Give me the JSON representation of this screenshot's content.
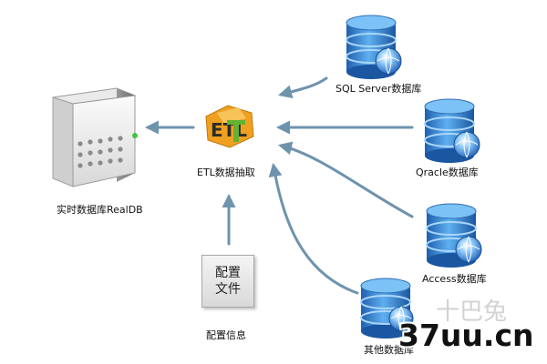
{
  "nodes": {
    "sqlserver": {
      "label": "SQL Server数据库",
      "icon": "database-icon"
    },
    "oracle": {
      "label": "Qracle数据库",
      "icon": "database-icon"
    },
    "access": {
      "label": "Access数据库",
      "icon": "database-icon"
    },
    "other": {
      "label": "其他数据库",
      "icon": "database-icon"
    },
    "etl": {
      "label": "ETL数据抽取",
      "icon": "etl-logo-icon",
      "logo_text": "ETL"
    },
    "realdb": {
      "label": "实时数据库RealDB",
      "icon": "server-icon"
    },
    "config": {
      "line1": "配置",
      "line2": "文件",
      "caption": "配置信息"
    }
  },
  "watermark": {
    "text": "37uu.cn",
    "faint_text": "十巴兔"
  },
  "colors": {
    "arrow": "#6e93ad",
    "db_blue": "#2f7fd0",
    "etl_orange": "#f0a020",
    "etl_green": "#63b233"
  }
}
